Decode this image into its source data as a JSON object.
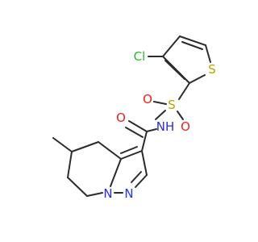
{
  "molecule": {
    "atoms": {
      "cl": {
        "text": "Cl",
        "color": "#2db52d"
      },
      "s_ring": {
        "text": "S",
        "color": "#b7a300"
      },
      "s_sulfonyl": {
        "text": "S",
        "color": "#b7a300"
      },
      "o1": {
        "text": "O",
        "color": "#e8231f"
      },
      "o2": {
        "text": "O",
        "color": "#e8231f"
      },
      "o_carbonyl": {
        "text": "O",
        "color": "#e8231f"
      },
      "nh": {
        "text": "NH",
        "color": "#2d2de0"
      },
      "n1": {
        "text": "N",
        "color": "#2d2de0"
      },
      "n2": {
        "text": "N",
        "color": "#2d2de0"
      }
    },
    "bond_color": "#2b2b2b"
  }
}
